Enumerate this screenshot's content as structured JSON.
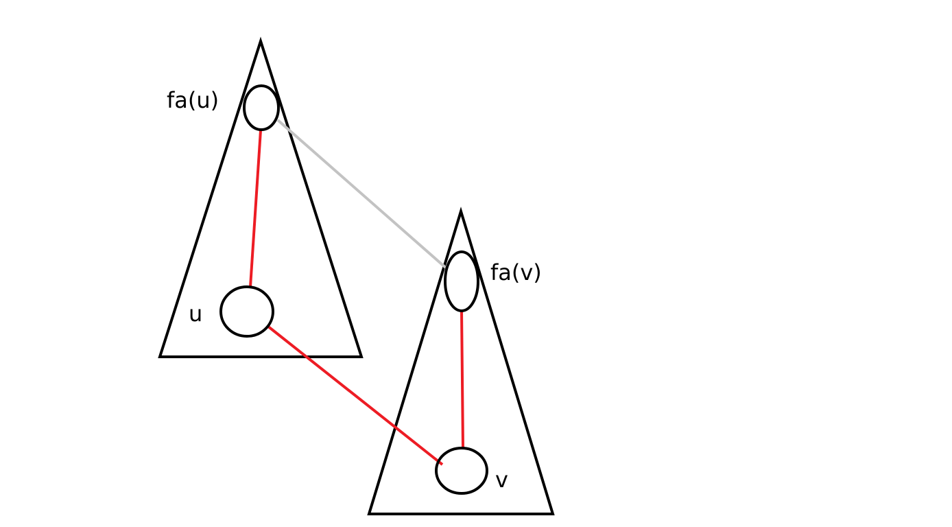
{
  "labels": {
    "fa_u": "fa(u)",
    "u": "u",
    "fa_v": "fa(v)",
    "v": "v"
  },
  "colors": {
    "outline": "#000000",
    "path_edge": "#ED1C24",
    "link_edge": "#C3C3C3"
  }
}
